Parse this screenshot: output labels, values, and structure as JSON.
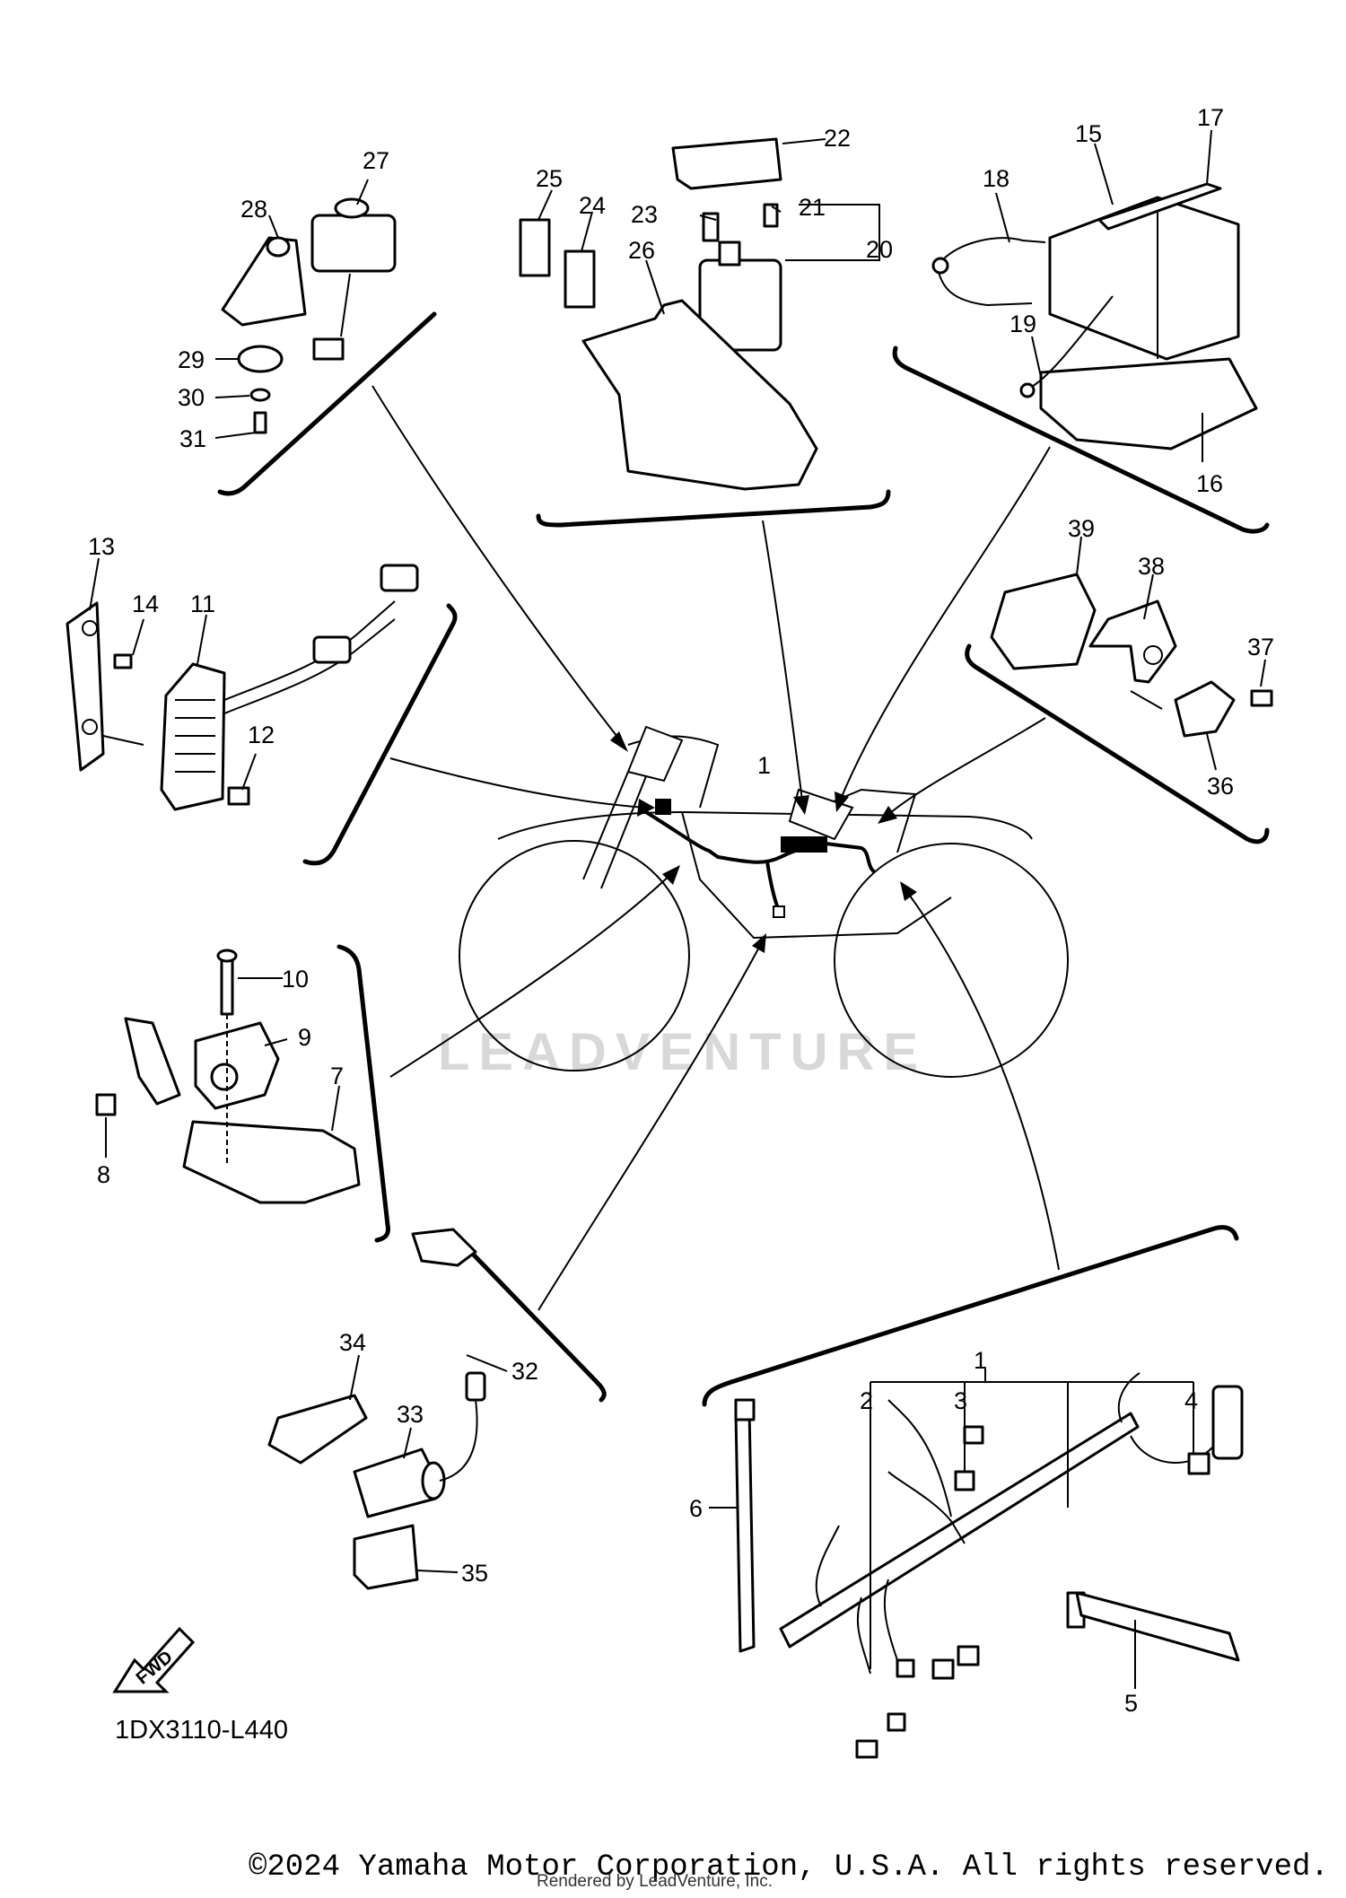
{
  "diagram": {
    "code": "1DX3110-L440",
    "watermark": "LEADVENTURE",
    "fwd_label": "FWD",
    "copyright": "©2024 Yamaha Motor Corporation, U.S.A. All rights reserved.",
    "rendered_by": "Rendered by LeadVenture, Inc.",
    "labels": [
      "1",
      "2",
      "3",
      "4",
      "5",
      "6",
      "7",
      "8",
      "9",
      "10",
      "11",
      "12",
      "13",
      "14",
      "15",
      "16",
      "17",
      "18",
      "19",
      "20",
      "21",
      "22",
      "23",
      "24",
      "25",
      "26",
      "27",
      "28",
      "29",
      "30",
      "31",
      "32",
      "33",
      "34",
      "35",
      "36",
      "37",
      "38",
      "39",
      "1"
    ]
  }
}
